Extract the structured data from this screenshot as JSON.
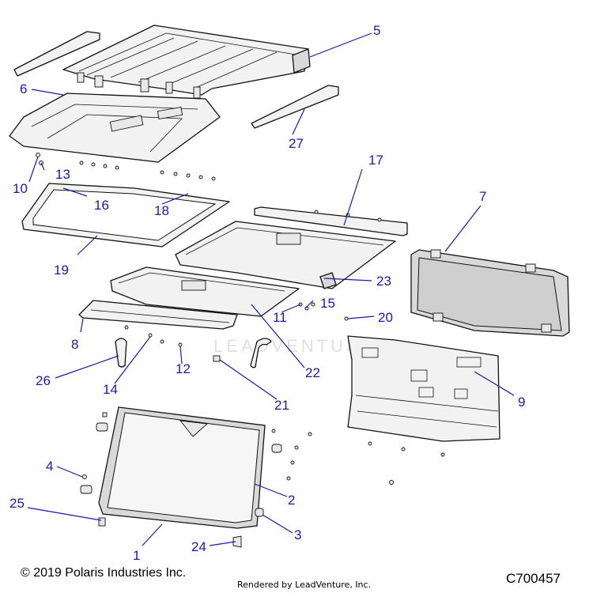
{
  "diagram": {
    "callouts": [
      "1",
      "2",
      "3",
      "4",
      "5",
      "6",
      "7",
      "8",
      "9",
      "10",
      "11",
      "12",
      "13",
      "14",
      "15",
      "16",
      "17",
      "18",
      "19",
      "20",
      "21",
      "22",
      "23",
      "24",
      "25",
      "26",
      "27"
    ],
    "watermark": "LEADVENTURE",
    "callout_color": "#1a1aa6"
  },
  "footer": {
    "copyright": "© 2019 Polaris Industries Inc.",
    "rendered_by": "Rendered by LeadVenture, Inc.",
    "diagram_code": "C700457"
  }
}
